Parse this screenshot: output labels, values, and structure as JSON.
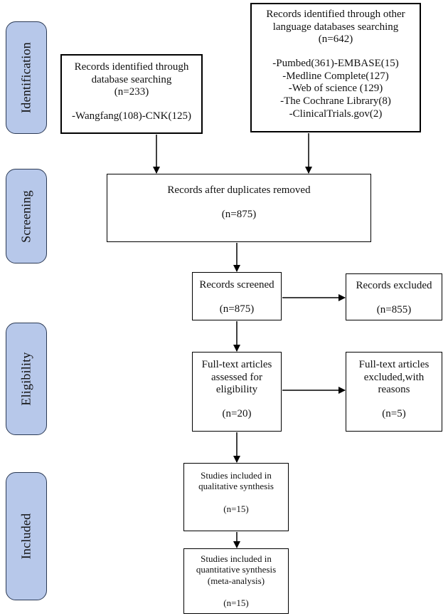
{
  "stages": {
    "identification": "Identification",
    "screening": "Screening",
    "eligibility": "Eligibility",
    "included": "Included"
  },
  "boxes": {
    "database_search": {
      "lines": [
        "Records identified through",
        "database searching",
        "(n=233)"
      ],
      "detail": "-Wangfang(108)-CNK(125)"
    },
    "other_language": {
      "lines": [
        "Records identified through other",
        "language databases searching",
        "(n=642)"
      ],
      "details": [
        "-Pumbed(361)-EMBASE(15)",
        "-Medline Complete(127)",
        "-Web of science (129)",
        "-The Cochrane Library(8)",
        "-ClinicalTrials.gov(2)"
      ]
    },
    "duplicates_removed": {
      "label": "Records after duplicates removed",
      "count": "(n=875)"
    },
    "records_screened": {
      "label": "Records screened",
      "count": "(n=875)"
    },
    "records_excluded": {
      "label": "Records excluded",
      "count": "(n=855)"
    },
    "fulltext_assessed": {
      "lines": [
        "Full-text articles",
        "assessed for",
        "eligibility"
      ],
      "count": "(n=20)"
    },
    "fulltext_excluded": {
      "lines": [
        "Full-text articles",
        "excluded,with",
        "reasons"
      ],
      "count": "(n=5)"
    },
    "qualitative": {
      "lines": [
        "Studies included in",
        "qualitative synthesis"
      ],
      "count": "(n=15)"
    },
    "quantitative": {
      "lines": [
        "Studies included in",
        "quantitative synthesis",
        "(meta-analysis)"
      ],
      "count": "(n=15)"
    }
  },
  "colors": {
    "stage_fill": "#b7c8ea",
    "stage_border": "#2b3a55",
    "line": "#000000"
  }
}
